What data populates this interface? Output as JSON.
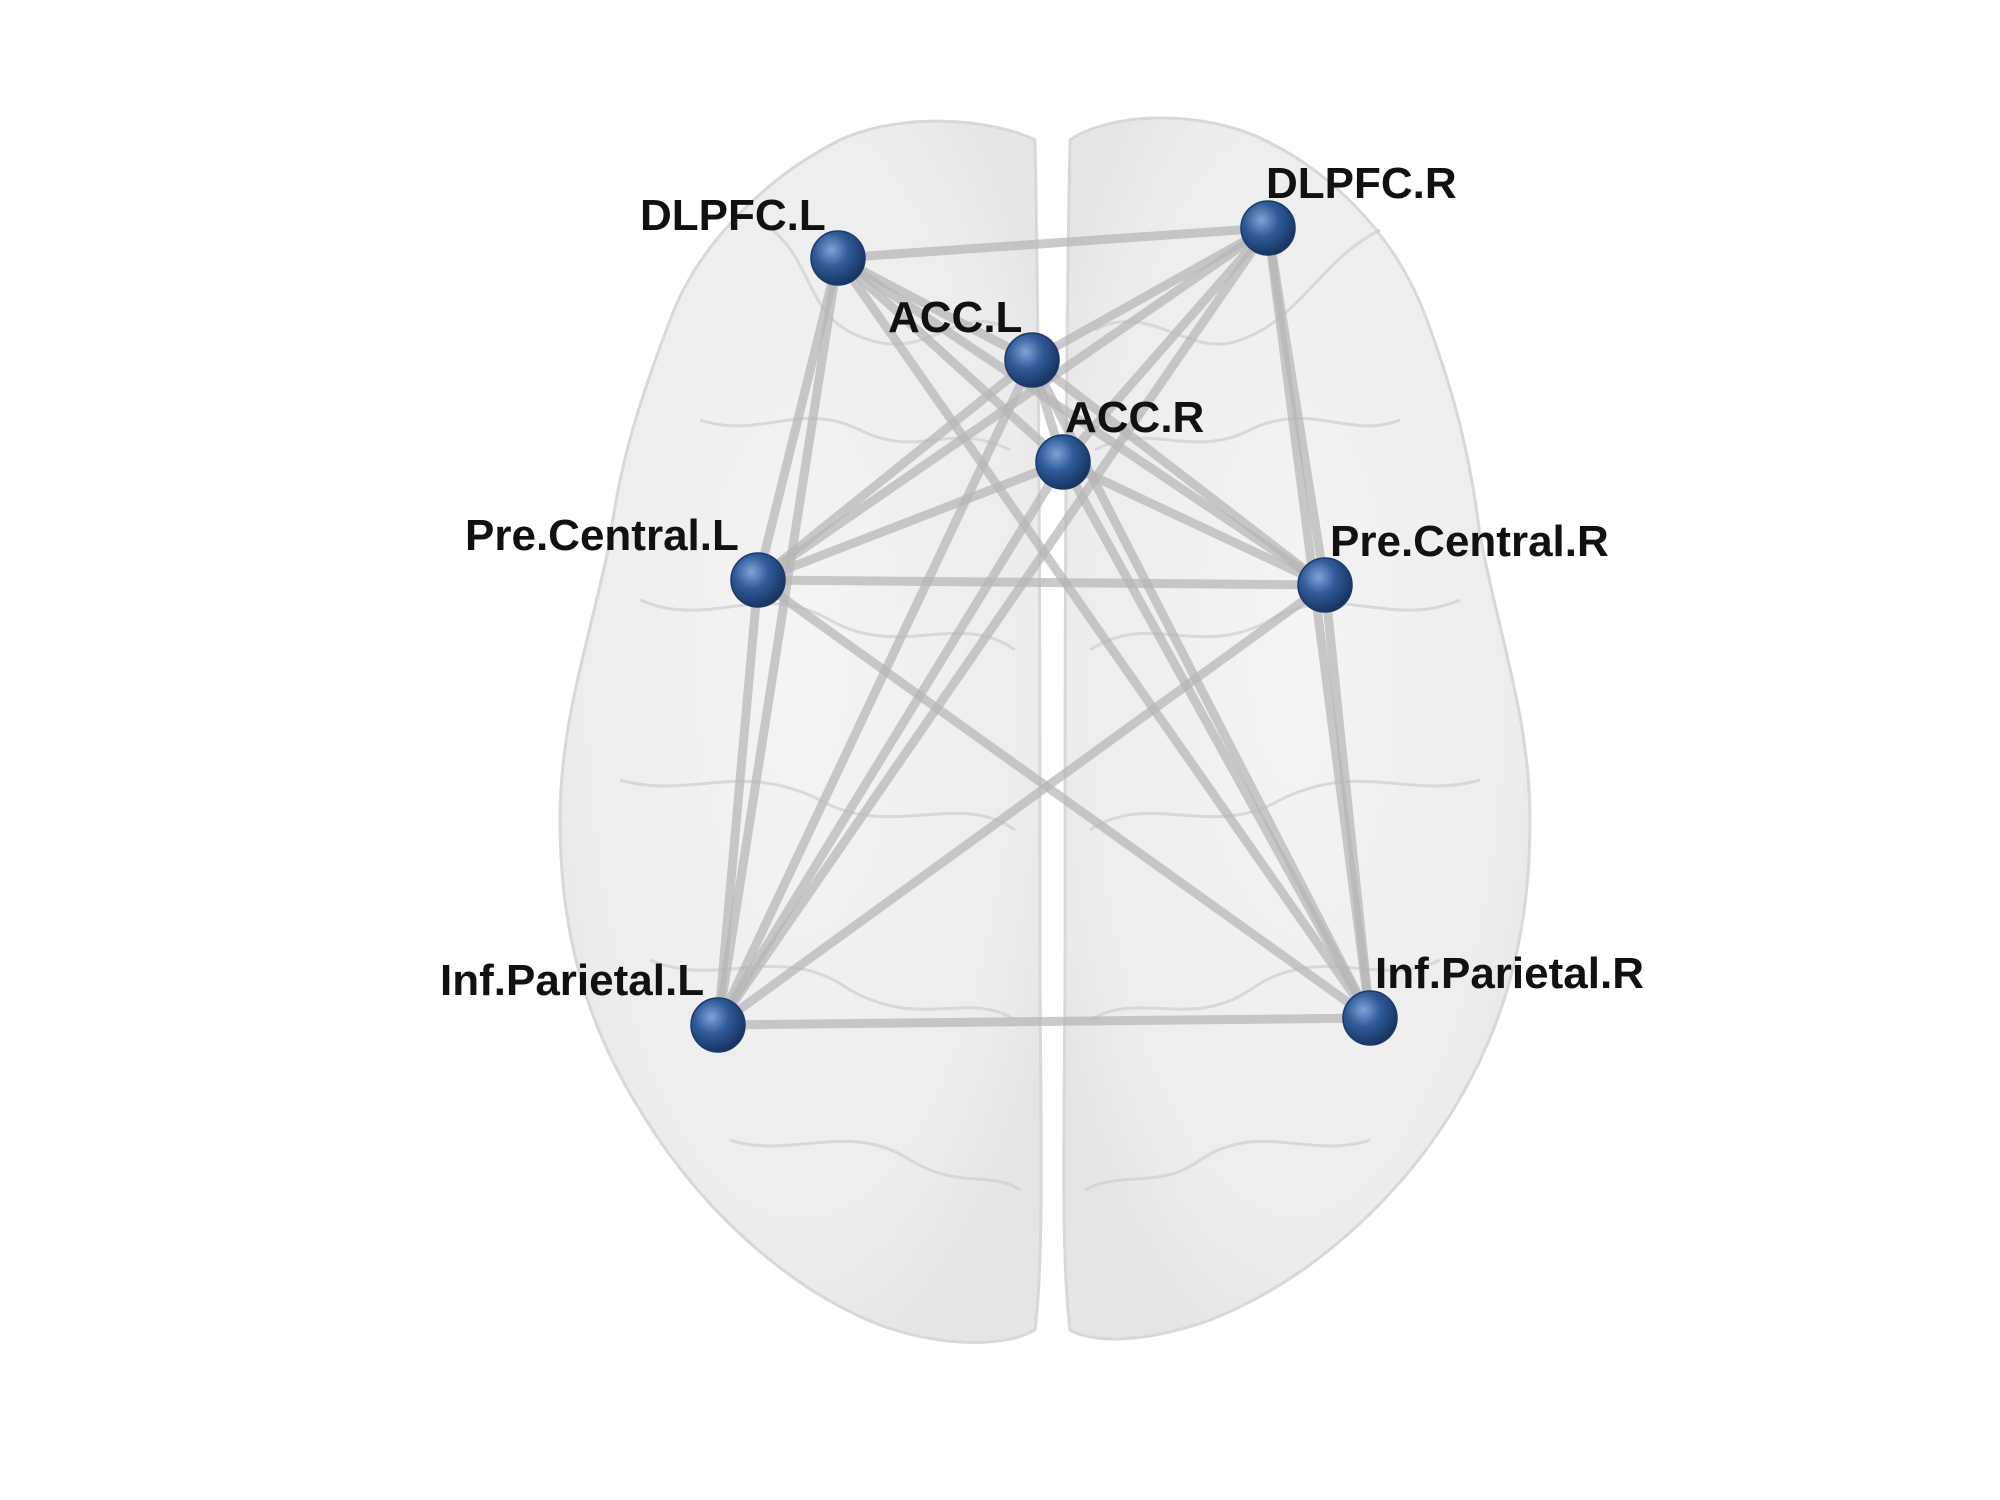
{
  "nodes": [
    {
      "id": "dlpfc_l",
      "label": "DLPFC.L"
    },
    {
      "id": "dlpfc_r",
      "label": "DLPFC.R"
    },
    {
      "id": "acc_l",
      "label": "ACC.L"
    },
    {
      "id": "acc_r",
      "label": "ACC.R"
    },
    {
      "id": "precentral_l",
      "label": "Pre.Central.L"
    },
    {
      "id": "precentral_r",
      "label": "Pre.Central.R"
    },
    {
      "id": "infparietal_l",
      "label": "Inf.Parietal.L"
    },
    {
      "id": "infparietal_r",
      "label": "Inf.Parietal.R"
    }
  ],
  "edges": [
    [
      "dlpfc_l",
      "dlpfc_r"
    ],
    [
      "dlpfc_l",
      "acc_l"
    ],
    [
      "dlpfc_l",
      "acc_r"
    ],
    [
      "dlpfc_l",
      "precentral_l"
    ],
    [
      "dlpfc_l",
      "precentral_r"
    ],
    [
      "dlpfc_l",
      "infparietal_l"
    ],
    [
      "dlpfc_l",
      "infparietal_r"
    ],
    [
      "dlpfc_r",
      "acc_l"
    ],
    [
      "dlpfc_r",
      "acc_r"
    ],
    [
      "dlpfc_r",
      "precentral_l"
    ],
    [
      "dlpfc_r",
      "precentral_r"
    ],
    [
      "dlpfc_r",
      "infparietal_l"
    ],
    [
      "dlpfc_r",
      "infparietal_r"
    ],
    [
      "acc_l",
      "acc_r"
    ],
    [
      "acc_l",
      "precentral_l"
    ],
    [
      "acc_l",
      "precentral_r"
    ],
    [
      "acc_l",
      "infparietal_l"
    ],
    [
      "acc_l",
      "infparietal_r"
    ],
    [
      "acc_r",
      "precentral_l"
    ],
    [
      "acc_r",
      "precentral_r"
    ],
    [
      "acc_r",
      "infparietal_l"
    ],
    [
      "acc_r",
      "infparietal_r"
    ],
    [
      "precentral_l",
      "precentral_r"
    ],
    [
      "precentral_l",
      "infparietal_l"
    ],
    [
      "precentral_l",
      "infparietal_r"
    ],
    [
      "precentral_r",
      "infparietal_l"
    ],
    [
      "precentral_r",
      "infparietal_r"
    ],
    [
      "infparietal_l",
      "infparietal_r"
    ]
  ],
  "colors": {
    "node": "#2f5b9a",
    "edge": "#b5b5b5",
    "brain": "#e4e4e4",
    "label": "#111111"
  }
}
